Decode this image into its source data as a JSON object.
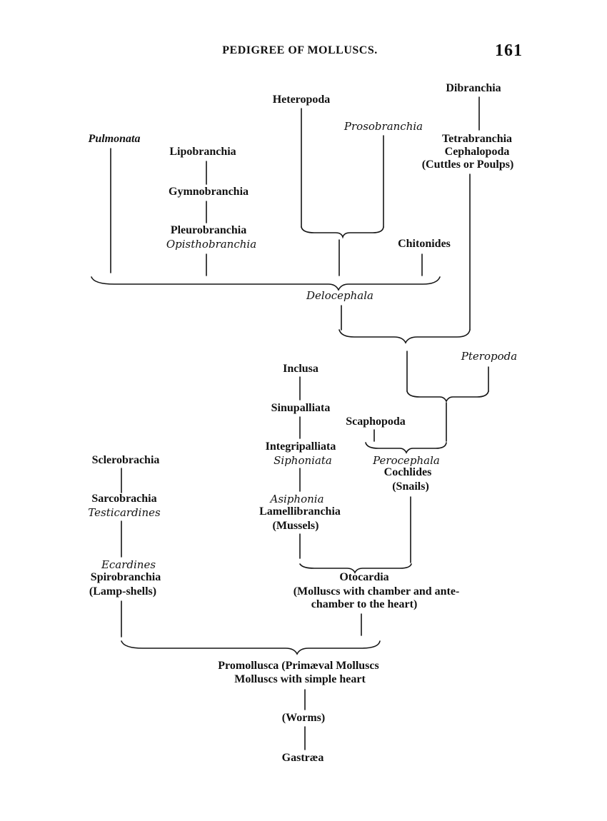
{
  "header": {
    "title": "PEDIGREE OF MOLLUSCS.",
    "page_number": "161"
  },
  "nodes": {
    "heteropoda": "Heteropoda",
    "dibranchia": "Dibranchia",
    "prosobranchia": "Prosobranchia",
    "pulmonata": "Pulmonata",
    "tetrabranchia": "Tetrabranchia",
    "cephalopoda": "Cephalopoda",
    "cuttles": "(Cuttles or Poulps)",
    "lipobranchia": "Lipobranchia",
    "gymnobranchia": "Gymnobranchia",
    "pleurobranchia": "Pleurobranchia",
    "opisthobranchia": "Opisthobranchia",
    "chitonides": "Chitonides",
    "delocephala": "Delocephala",
    "pteropoda": "Pteropoda",
    "inclusa": "Inclusa",
    "sinupalliata": "Sinupalliata",
    "scaphopoda": "Scaphopoda",
    "integripalliata": "Integripalliata",
    "siphoniata": "Siphoniata",
    "perocephala": "Perocephala",
    "cochlides": "Cochlides",
    "snails": "(Snails)",
    "sclerobrachia": "Sclerobrachia",
    "sarcobrachia": "Sarcobrachia",
    "testicardines": "Testicardines",
    "asiphonia": "Asiphonia",
    "lamellibranchia": "Lamellibranchia",
    "mussels": "(Mussels)",
    "ecardines": "Ecardines",
    "spirobranchia": "Spirobranchia",
    "lampshells": "(Lamp-shells)",
    "otocardia": "Otocardia",
    "otocardia_desc_1": "(Molluscs with chamber and ante-",
    "otocardia_desc_2": "chamber to the heart)",
    "promollusca_1": "Promollusca (Primæval Molluscs",
    "promollusca_2": "Molluscs with simple heart",
    "worms": "(Worms)",
    "gastraea": "Gastræa"
  }
}
